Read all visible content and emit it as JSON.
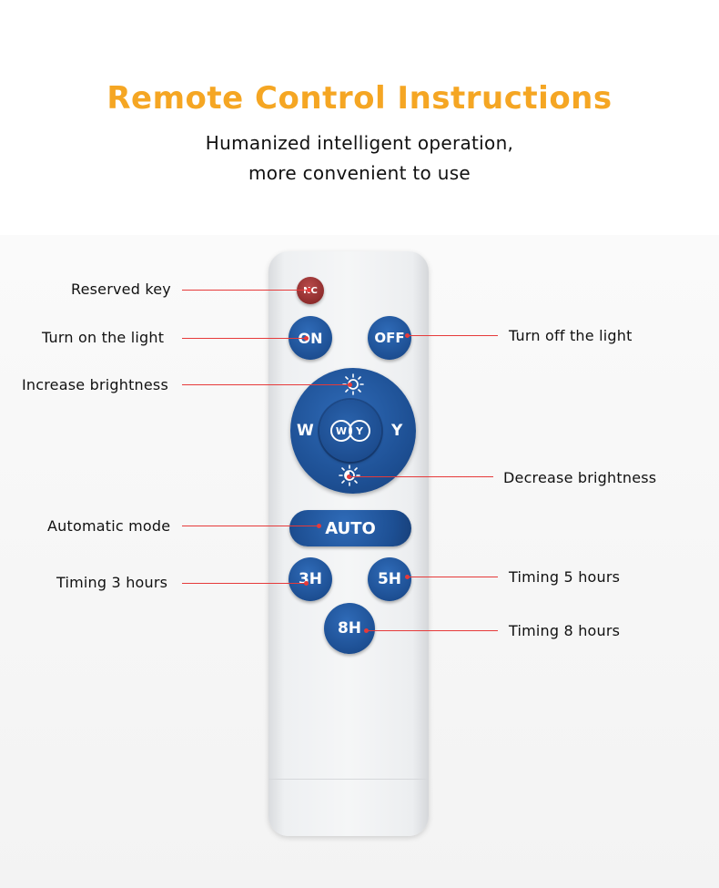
{
  "header": {
    "title": "Remote Control Instructions",
    "subtitle_line1": "Humanized intelligent operation,",
    "subtitle_line2": "more convenient to use"
  },
  "remote": {
    "buttons": {
      "nc": "NC",
      "on": "ON",
      "off": "OFF",
      "dpad_w": "W",
      "dpad_y": "Y",
      "center_w": "W",
      "center_y": "Y",
      "auto": "AUTO",
      "t3": "3H",
      "t5": "5H",
      "t8": "8H"
    },
    "icons": {
      "brightness_up": "sun-bright-icon",
      "brightness_down": "sun-dim-icon"
    }
  },
  "callouts": {
    "reserved": "Reserved key",
    "on": "Turn on the light",
    "off": "Turn off the light",
    "increase": "Increase brightness",
    "decrease": "Decrease brightness",
    "auto": "Automatic mode",
    "t3": "Timing 3 hours",
    "t5": "Timing 5 hours",
    "t8": "Timing 8 hours"
  },
  "colors": {
    "title": "#f5a623",
    "button_blue": "#1d4f93",
    "button_red": "#8c2a2a",
    "leader_line": "#e63a3a"
  }
}
